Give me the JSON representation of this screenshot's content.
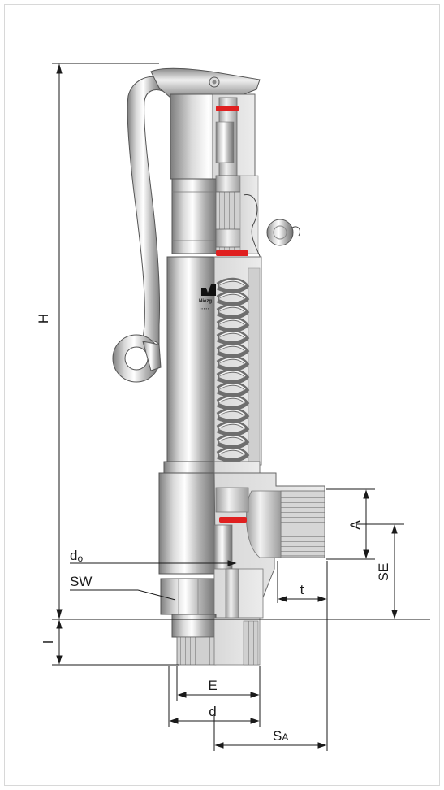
{
  "diagram": {
    "labels": {
      "H": "H",
      "do_main": "d",
      "do_sub": "o",
      "SW": "SW",
      "l": "l",
      "E": "E",
      "d": "d",
      "SA_main": "S",
      "SA_sub": "A",
      "A": "A",
      "SE": "SE",
      "t": "t"
    },
    "logo_text": "Niezg",
    "colors": {
      "frame": "#d8d8d8",
      "line": "#1a1a1a",
      "metal_dark": "#8d8d8d",
      "metal_light": "#f4f4f4",
      "accent": "#e02020"
    }
  }
}
